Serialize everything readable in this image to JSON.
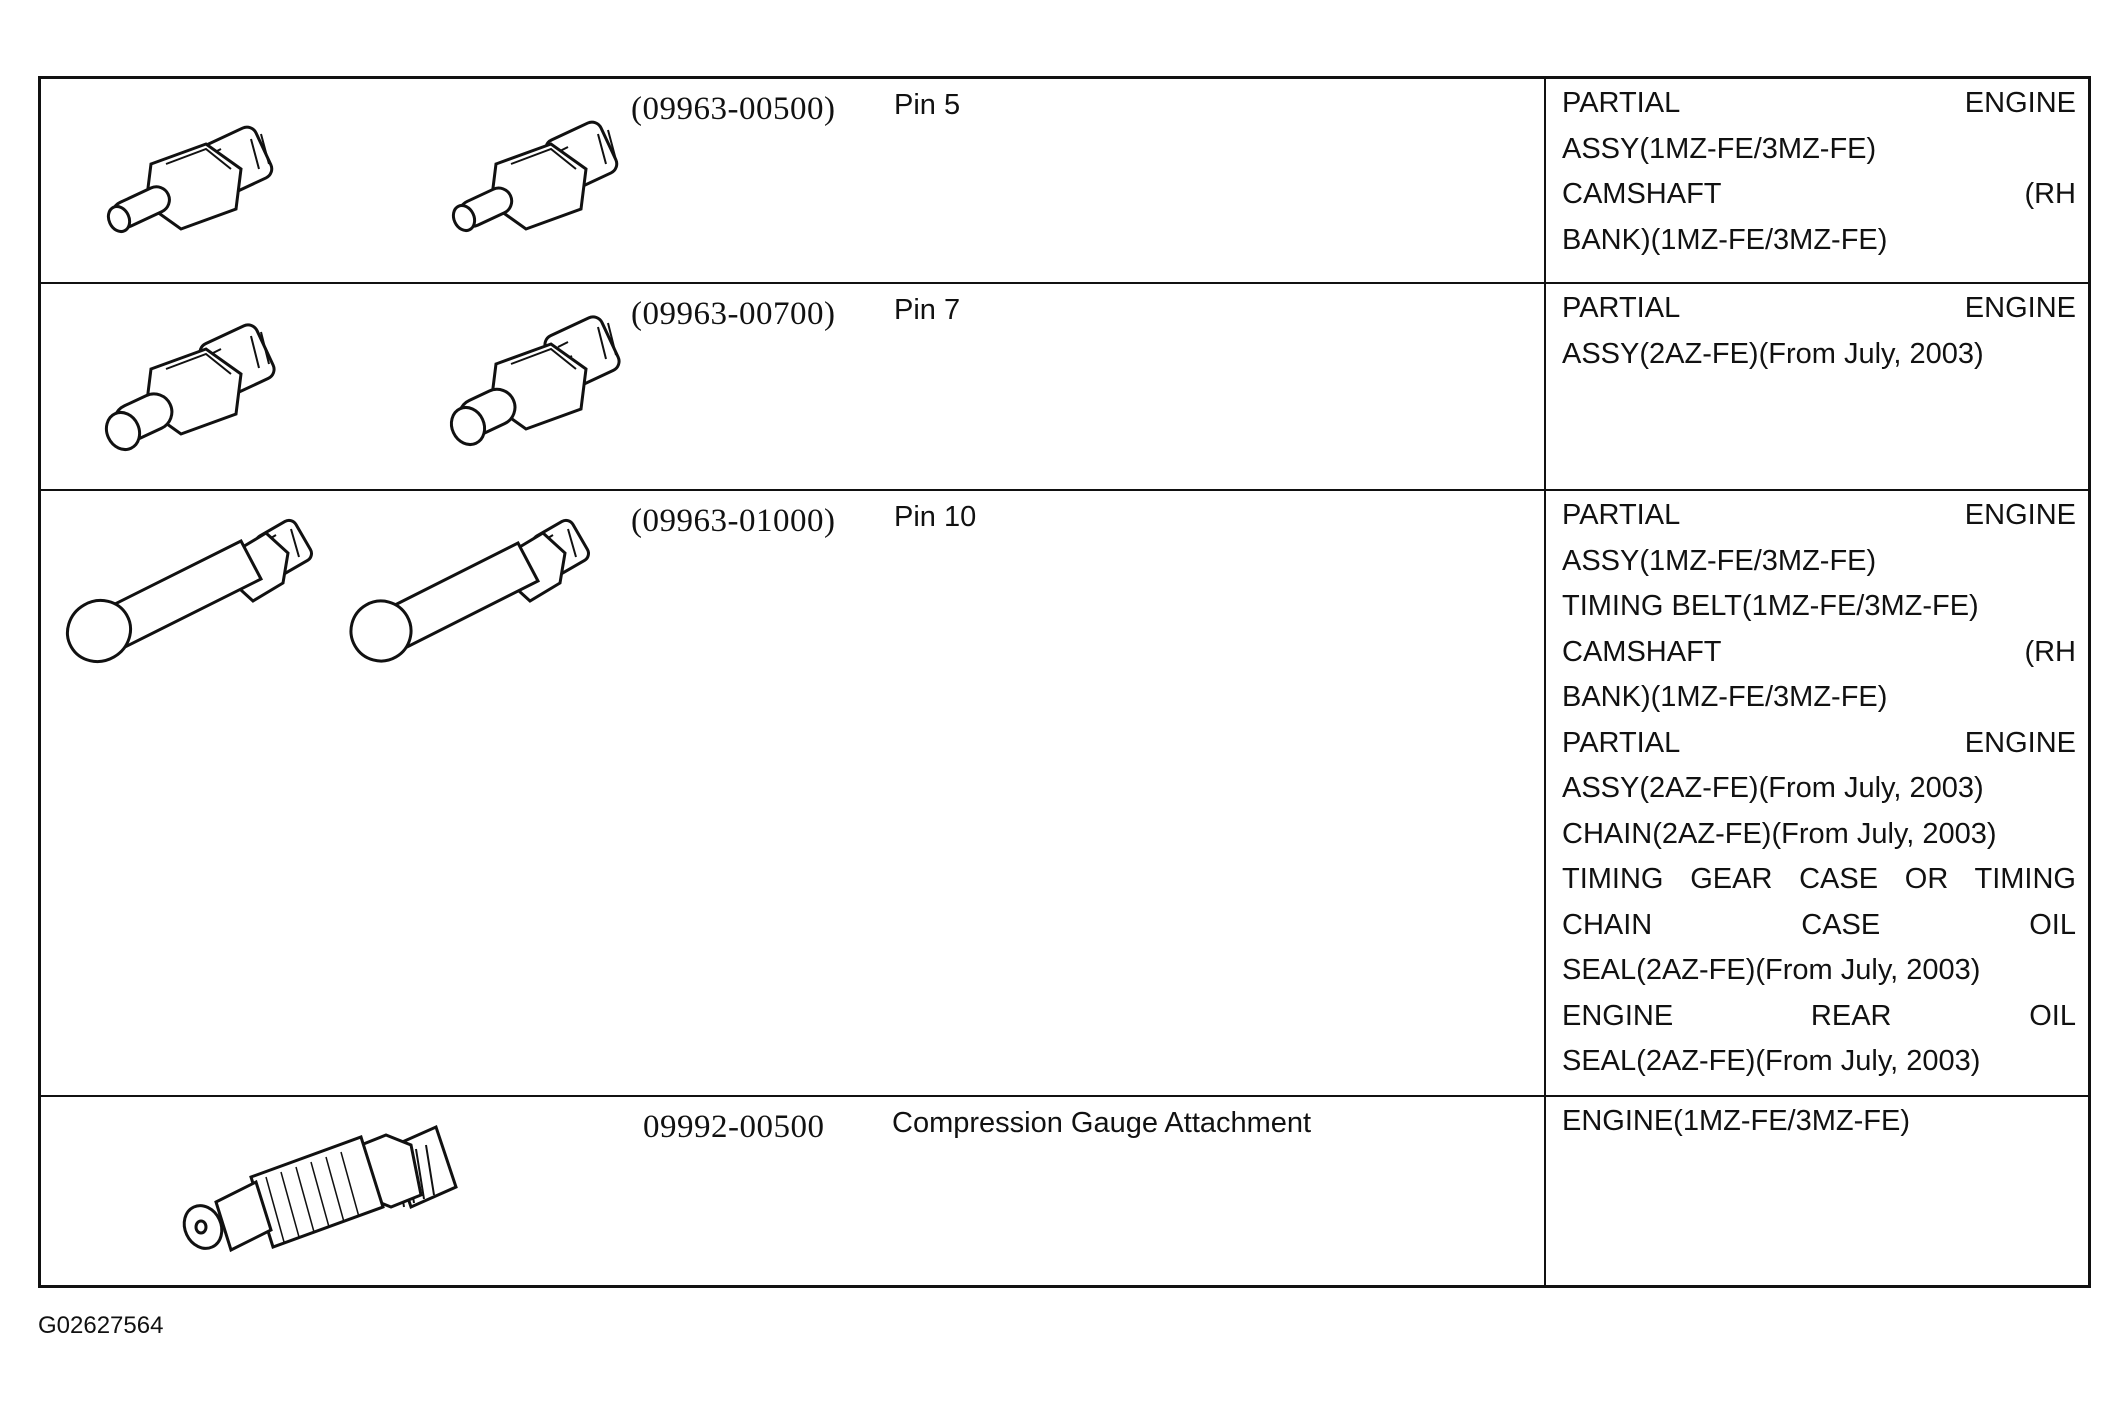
{
  "table": {
    "rows": [
      {
        "part_number": "(09963-00500)",
        "name": "Pin 5",
        "usage": [
          {
            "text": "PARTIAL ENGINE",
            "justify": true
          },
          {
            "text": "ASSY(1MZ-FE/3MZ-FE)",
            "justify": false
          },
          {
            "text": "CAMSHAFT (RH",
            "justify": true
          },
          {
            "text": "BANK)(1MZ-FE/3MZ-FE)",
            "justify": false
          }
        ],
        "illustration": "pin-5-illustration"
      },
      {
        "part_number": "(09963-00700)",
        "name": "Pin 7",
        "usage": [
          {
            "text": "PARTIAL ENGINE",
            "justify": true
          },
          {
            "text": "ASSY(2AZ-FE)(From July, 2003)",
            "justify": false
          }
        ],
        "illustration": "pin-7-illustration"
      },
      {
        "part_number": "(09963-01000)",
        "name": "Pin 10",
        "usage": [
          {
            "text": "PARTIAL ENGINE",
            "justify": true
          },
          {
            "text": "ASSY(1MZ-FE/3MZ-FE)",
            "justify": false
          },
          {
            "text": "TIMING BELT(1MZ-FE/3MZ-FE)",
            "justify": false
          },
          {
            "text": "CAMSHAFT (RH",
            "justify": true
          },
          {
            "text": "BANK)(1MZ-FE/3MZ-FE)",
            "justify": false
          },
          {
            "text": "PARTIAL ENGINE",
            "justify": true
          },
          {
            "text": "ASSY(2AZ-FE)(From July, 2003)",
            "justify": false
          },
          {
            "text": "CHAIN(2AZ-FE)(From July, 2003)",
            "justify": false
          },
          {
            "text": "TIMING GEAR CASE OR TIMING",
            "justify": true
          },
          {
            "text": "CHAIN CASE OIL",
            "justify": true
          },
          {
            "text": "SEAL(2AZ-FE)(From July, 2003)",
            "justify": false
          },
          {
            "text": "ENGINE REAR OIL",
            "justify": true
          },
          {
            "text": "SEAL(2AZ-FE)(From July, 2003)",
            "justify": false
          }
        ],
        "illustration": "pin-10-illustration"
      },
      {
        "part_number": "09992-00500",
        "name": "Compression Gauge Attachment",
        "usage": [
          {
            "text": "ENGINE(1MZ-FE/3MZ-FE)",
            "justify": false
          }
        ],
        "illustration": "compression-gauge-attachment-illustration"
      }
    ]
  },
  "figure_code": "G02627564"
}
